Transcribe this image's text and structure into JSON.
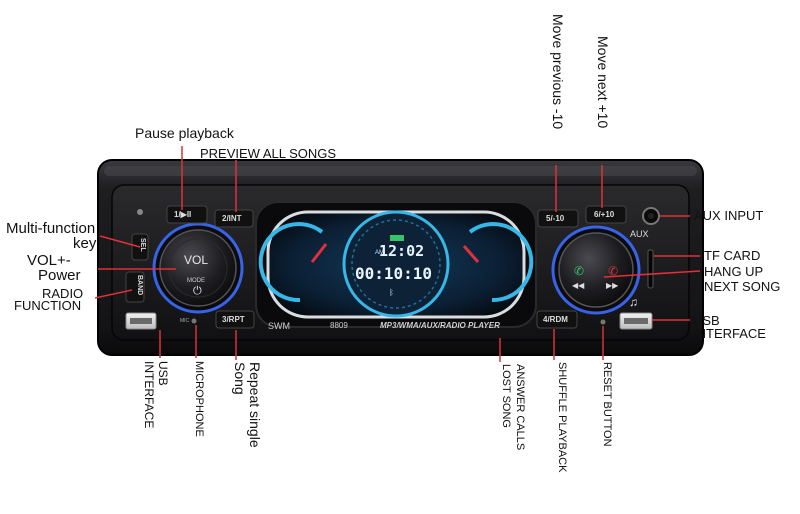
{
  "labels": {
    "pause": "Pause playback",
    "preview": "PREVIEW ALL SONGS",
    "multi": "Multi-function",
    "key": "key",
    "vol": "VOL+-",
    "power": "Power",
    "radio": "RADIO",
    "function": "FUNCTION",
    "aux_input": "AUX INPUT",
    "tf_card": "TF CARD",
    "hang_up": "HANG UP",
    "next_song": "NEXT SONG",
    "usb": "USB",
    "interface": "INTERFACE",
    "move_prev": "Move previous -10",
    "move_next": "Move next +10",
    "usb_interface_l1": "USB",
    "usb_interface_l2": "INTERFACE",
    "microphone": "MICROPHONE",
    "repeat_l1": "Repeat single",
    "repeat_l2": "Song",
    "answer_l1": "ANSWER CALLS",
    "answer_l2": "LOST SONG",
    "shuffle": "SHUFFLE PLAYBACK",
    "reset": "RESET BUTTON"
  },
  "device": {
    "brand": "SWM",
    "model": "8809",
    "player_caption": "MP3/WMA/AUX/RADIO PLAYER",
    "aux_label": "AUX",
    "knob_vol": "VOL",
    "knob_mode": "MODE",
    "mic_label": "MIC",
    "buttons": {
      "b1": "1/▶II",
      "b2": "2/INT",
      "b3": "3/RPT",
      "b4": "4/RDM",
      "b5": "5/-10",
      "b6": "6/+10",
      "sel": "SEL",
      "band": "BAND"
    },
    "display": {
      "time": "12:02",
      "digits": "00:10:10",
      "am": "AM"
    }
  },
  "colors": {
    "body": "#1c1c1e",
    "bezel": "#0f0f10",
    "lcd_glow": "#36b7e8",
    "accent_red": "#e0303a",
    "accent_green": "#36c36a",
    "accent_blue": "#3a6cff"
  },
  "icons": [
    "power-icon",
    "bluetooth-icon",
    "music-note-icon",
    "phone-answer-icon",
    "phone-hangup-icon",
    "prev-icon",
    "next-icon",
    "star-icon"
  ]
}
